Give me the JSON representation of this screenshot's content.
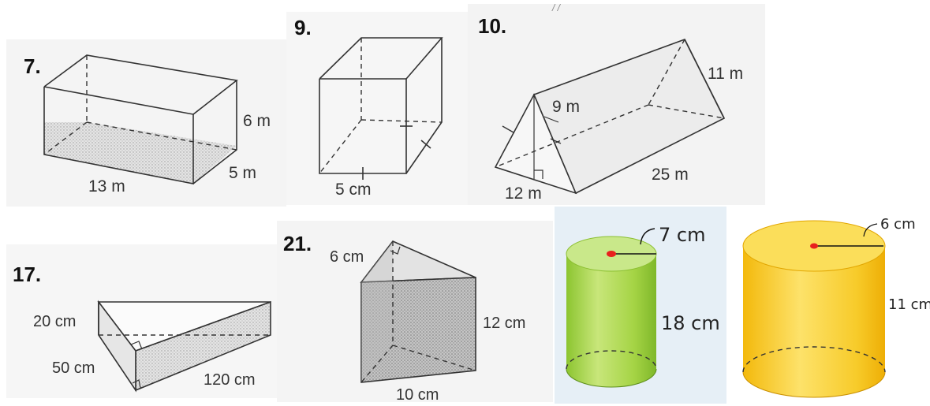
{
  "problems": [
    {
      "id": "p7",
      "number": "7.",
      "shape": "rectangular prism",
      "labels": {
        "height": "6 m",
        "depth": "5 m",
        "length": "13 m"
      }
    },
    {
      "id": "p9",
      "number": "9.",
      "shape": "cube",
      "labels": {
        "edge": "5 cm"
      }
    },
    {
      "id": "p10",
      "number": "10.",
      "shape": "triangular prism",
      "labels": {
        "side": "11 m",
        "height": "9 m",
        "length": "25 m",
        "base": "12 m"
      }
    },
    {
      "id": "p17",
      "number": "17.",
      "shape": "triangular prism",
      "labels": {
        "height": "20 cm",
        "base": "50 cm",
        "length": "120 cm"
      }
    },
    {
      "id": "p21",
      "number": "21.",
      "shape": "triangular prism",
      "labels": {
        "base_top": "6 cm",
        "height": "12 cm",
        "base": "10 cm"
      }
    },
    {
      "id": "cyl-green",
      "number": "",
      "shape": "cylinder",
      "labels": {
        "radius": "7 cm",
        "height": "18 cm"
      }
    },
    {
      "id": "cyl-yellow",
      "number": "",
      "shape": "cylinder",
      "labels": {
        "radius": "6 cm",
        "height": "11 cm"
      }
    }
  ],
  "colors": {
    "shade_light": "#dcdcdc",
    "shade_dark": "#b8b8b8",
    "green_cylinder": "#9fd23c",
    "yellow_cylinder": "#f6c313",
    "panel_blue": "#e6eff6",
    "center_dot": "#e8201e"
  }
}
